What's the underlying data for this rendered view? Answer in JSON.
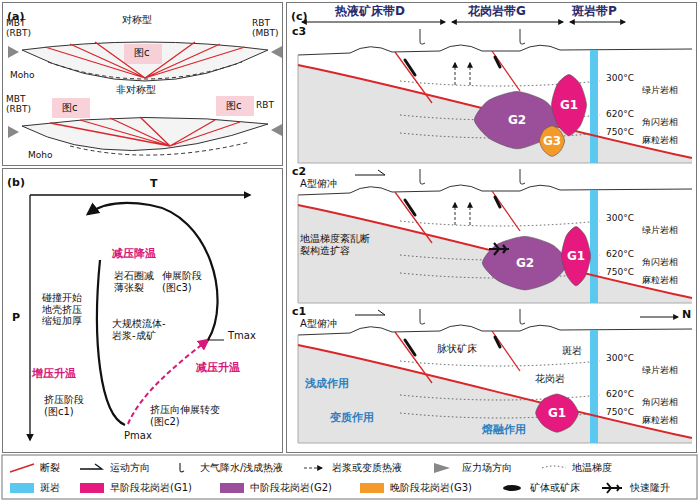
{
  "diagram": {
    "nodes": [
      {
        "text": [
          "(a)"
        ]
      },
      {
        "text": [
          "(b)"
        ]
      },
      {
        "text": [
          "(c)"
        ]
      },
      {
        "text": [
          "G2"
        ],
        "in": 2
      },
      {
        "text": [
          "G1"
        ],
        "in": 2
      },
      {
        "text": [
          "G3"
        ],
        "in": 2
      },
      {
        "text": [
          "G2"
        ],
        "in": 2
      },
      {
        "text": [
          "G1"
        ],
        "in": 2
      },
      {
        "text": [
          "G1"
        ],
        "in": 2
      }
    ],
    "labels": [
      "对称型",
      "MBT (RBT)",
      "RBT (MBT)",
      "图c",
      "Moho",
      "非对称型",
      "MBT (RBT)",
      "RBT",
      "图c",
      "图c",
      "Moho",
      "T",
      "P",
      "减压降温",
      "岩石圈减薄张裂",
      "伸展阶段 (图c3)",
      "Tmax",
      "碰撞开始地壳挤压缩短加厚",
      "大规模流体-岩浆-成矿",
      "减压升温",
      "增压升温",
      "挤压向伸展转变 (图c2)",
      "挤压阶段 (图c1)",
      "Pmax",
      "热液矿床带D",
      "花岗岩带G",
      "斑岩带P",
      "c3",
      "300°C",
      "绿片岩相",
      "620°C",
      "角闪岩相",
      "750°C",
      "麻粒岩相",
      "c2",
      "A型俯冲",
      "地温梯度紊乱断裂构造扩容",
      "300°C",
      "绿片岩相",
      "620°C",
      "角闪岩相",
      "750°C",
      "麻粒岩相",
      "c1",
      "A型俯冲",
      "脉状矿床",
      "斑岩",
      "N",
      "浅成作用",
      "花岗岩",
      "变质作用",
      "熔融作用",
      "300°C",
      "绿片岩相",
      "620°C",
      "角闪岩相",
      "750°C",
      "麻粒岩相"
    ],
    "legend": [
      {
        "text": "断裂"
      },
      {
        "text": "运动方向"
      },
      {
        "text": "大气降水/浅成热液"
      },
      {
        "text": "岩浆或变质热液"
      },
      {
        "text": "应力场方向"
      },
      {
        "text": "地温梯度"
      },
      {
        "text": "斑岩",
        "color": "#5bc8f0"
      },
      {
        "text": "早阶段花岗岩(G1)",
        "color": "#e5197e"
      },
      {
        "text": "中阶段花岗岩(G2)",
        "color": "#9b4f9a"
      },
      {
        "text": "晚阶段花岗岩(G3)",
        "color": "#f39a2b"
      },
      {
        "text": "矿体或矿床"
      },
      {
        "text": "快速隆升"
      }
    ]
  }
}
